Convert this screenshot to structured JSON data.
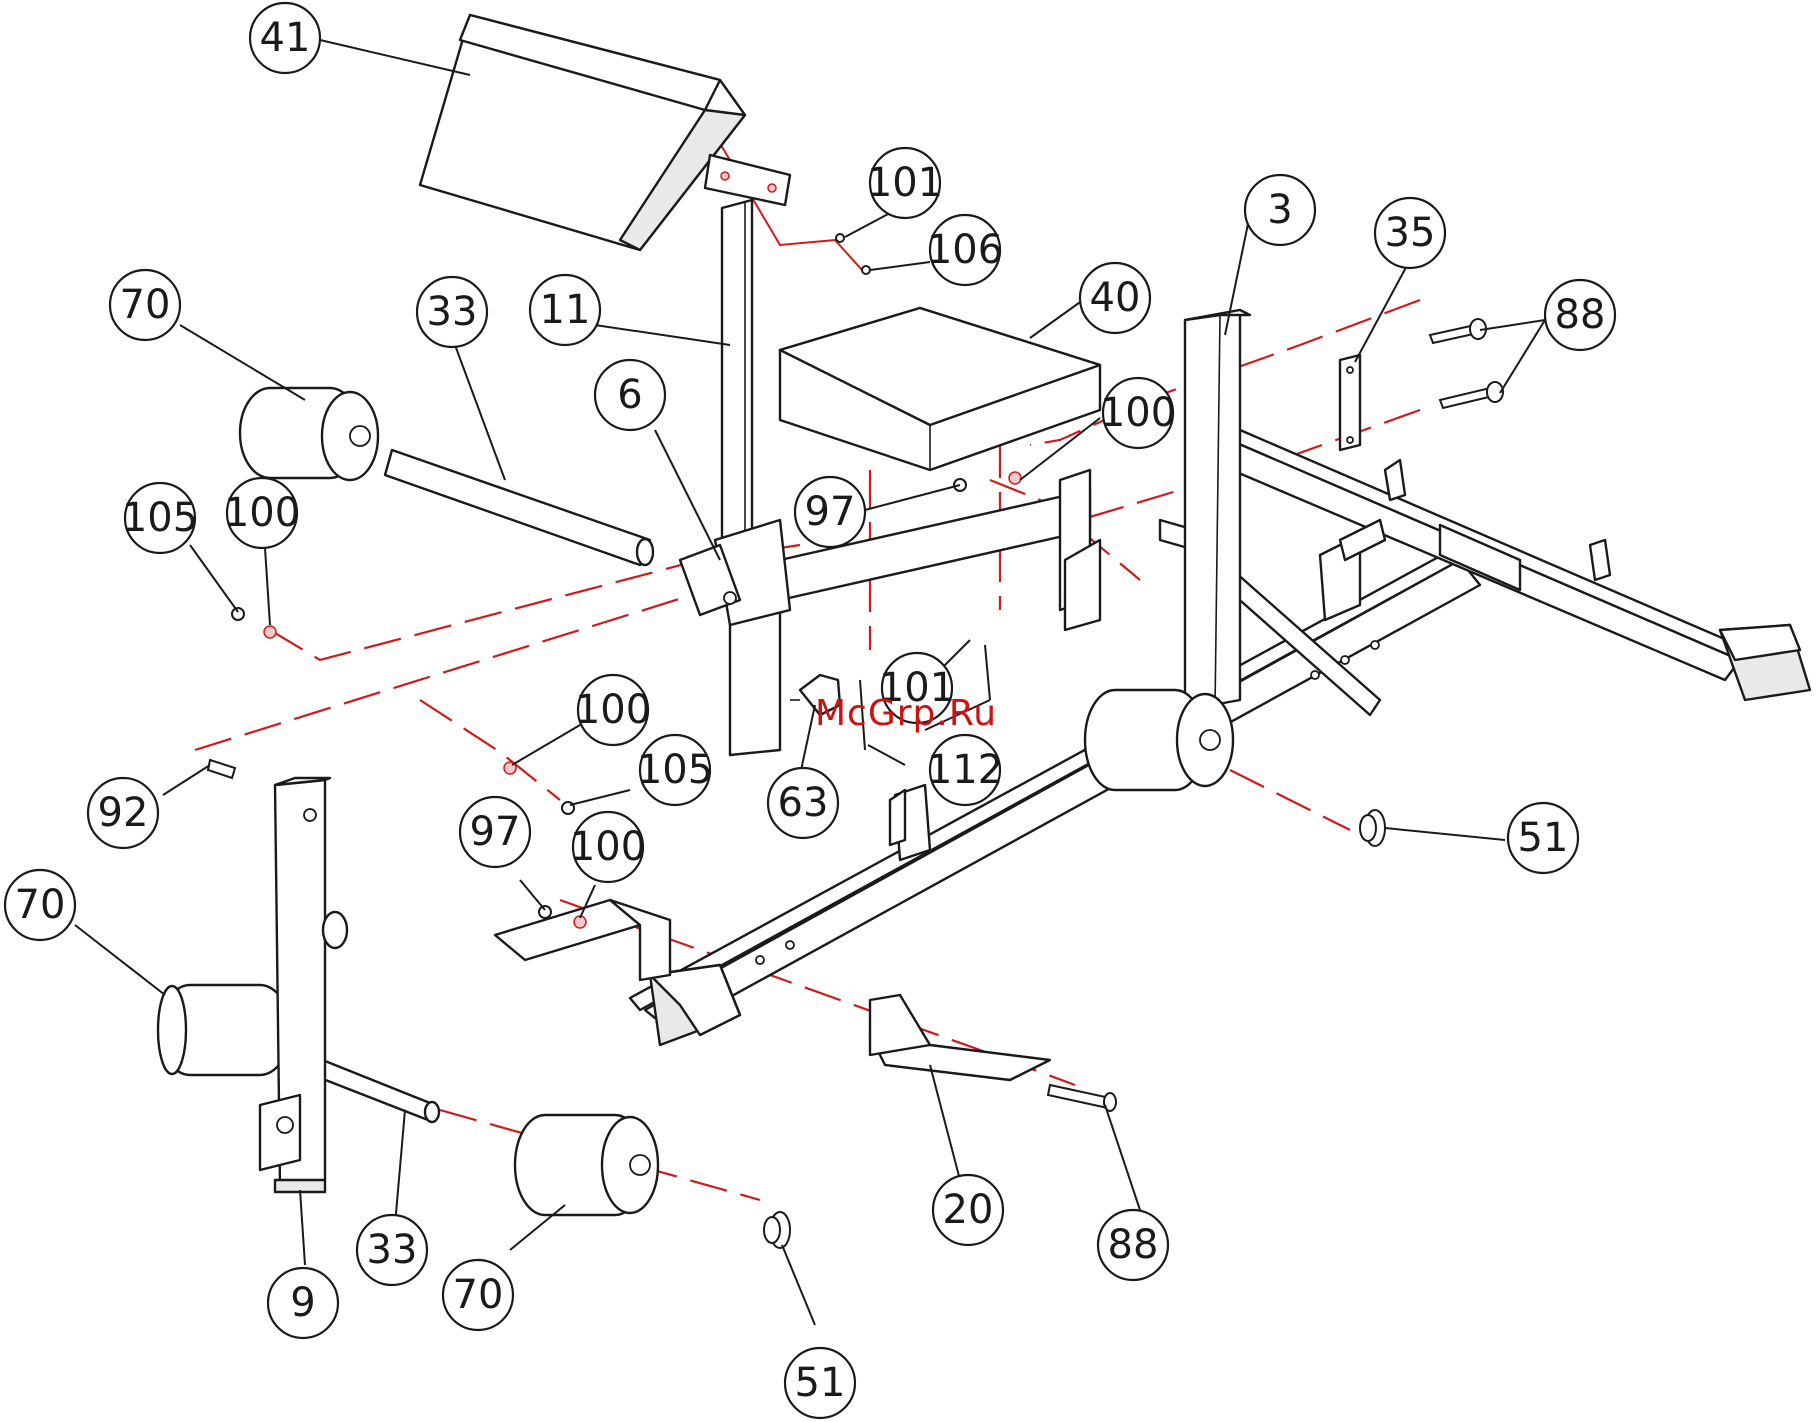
{
  "diagram": {
    "watermark": "McGrp.Ru",
    "callouts": [
      {
        "id": "c41",
        "label": "41"
      },
      {
        "id": "c101a",
        "label": "101"
      },
      {
        "id": "c106",
        "label": "106"
      },
      {
        "id": "c3",
        "label": "3"
      },
      {
        "id": "c35",
        "label": "35"
      },
      {
        "id": "c88a",
        "label": "88"
      },
      {
        "id": "c70a",
        "label": "70"
      },
      {
        "id": "c33a",
        "label": "33"
      },
      {
        "id": "c11",
        "label": "11"
      },
      {
        "id": "c40",
        "label": "40"
      },
      {
        "id": "c6",
        "label": "6"
      },
      {
        "id": "c100a",
        "label": "100"
      },
      {
        "id": "c105a",
        "label": "105"
      },
      {
        "id": "c100b",
        "label": "100"
      },
      {
        "id": "c97a",
        "label": "97"
      },
      {
        "id": "c101b",
        "label": "101"
      },
      {
        "id": "c112",
        "label": "112"
      },
      {
        "id": "c100c",
        "label": "100"
      },
      {
        "id": "c105b",
        "label": "105"
      },
      {
        "id": "c63",
        "label": "63"
      },
      {
        "id": "c92",
        "label": "92"
      },
      {
        "id": "c97b",
        "label": "97"
      },
      {
        "id": "c100d",
        "label": "100"
      },
      {
        "id": "c51a",
        "label": "51"
      },
      {
        "id": "c70b",
        "label": "70"
      },
      {
        "id": "c20",
        "label": "20"
      },
      {
        "id": "c88b",
        "label": "88"
      },
      {
        "id": "c33b",
        "label": "33"
      },
      {
        "id": "c70c",
        "label": "70"
      },
      {
        "id": "c9",
        "label": "9"
      },
      {
        "id": "c51b",
        "label": "51"
      }
    ]
  }
}
